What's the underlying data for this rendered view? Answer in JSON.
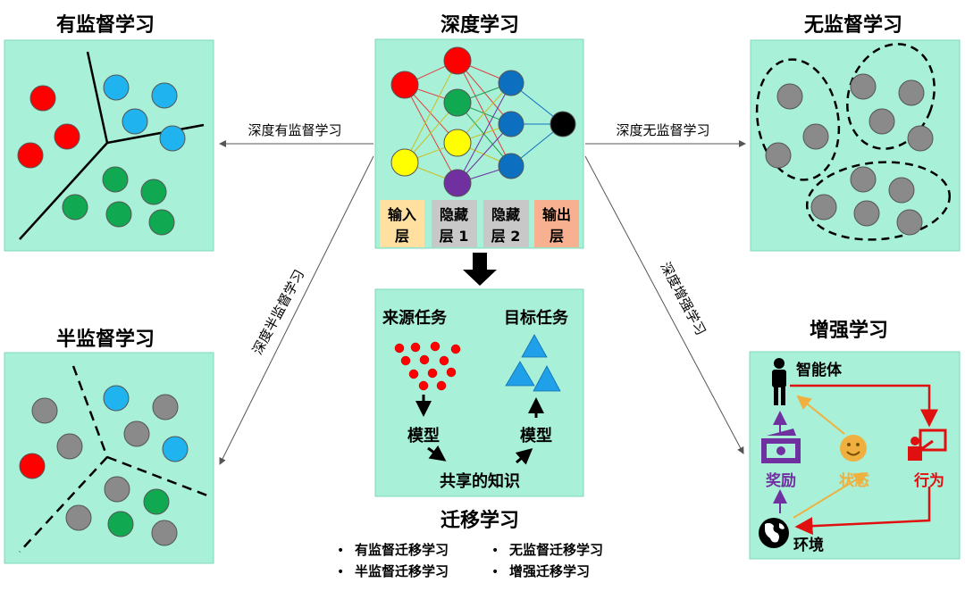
{
  "titles": {
    "supervised": "有监督学习",
    "deep": "深度学习",
    "unsupervised": "无监督学习",
    "semi": "半监督学习",
    "transfer": "迁移学习",
    "reinforcement": "增强学习"
  },
  "arrows": {
    "deep_supervised": "深度有监督学习",
    "deep_unsupervised": "深度无监督学习",
    "deep_semi": "深度半监督学习",
    "deep_reinforcement": "深度增强学习"
  },
  "layers": {
    "input": [
      "输入",
      "层"
    ],
    "hidden1": [
      "隐藏",
      "层 1"
    ],
    "hidden2": [
      "隐藏",
      "层 2"
    ],
    "output": [
      "输出",
      "层"
    ]
  },
  "transfer_panel": {
    "source": "来源任务",
    "target": "目标任务",
    "model_left": "模型",
    "model_right": "模型",
    "shared": "共享的知识"
  },
  "transfer_bullets": [
    "有监督迁移学习",
    "无监督迁移学习",
    "半监督迁移学习",
    "增强迁移学习"
  ],
  "rl_panel": {
    "agent": "智能体",
    "reward": "奖励",
    "state": "状态",
    "action": "行为",
    "environment": "环境"
  },
  "colors": {
    "panel_bg": "#a8f0d8",
    "red": "#ff0000",
    "blue": "#1fb4f0",
    "green": "#10a850",
    "gray": "#8a8a8a",
    "yellow": "#ffff00",
    "purple": "#7030a0",
    "dark_blue": "#0d6fc0",
    "reward_purple": "#7030a0",
    "state_gold": "#f0b040",
    "action_red": "#e01010"
  }
}
